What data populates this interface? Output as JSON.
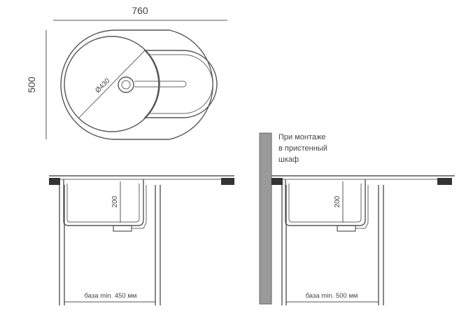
{
  "top_view": {
    "width_label": "760",
    "height_label": "500",
    "bowl_diameter_label": "Ø430"
  },
  "left_view": {
    "depth_label": "200",
    "base_label": "база min. 450 мм"
  },
  "right_view": {
    "depth_label": "200",
    "base_label": "база min. 500 мм",
    "note_lines": [
      "При монтаже",
      "в пристенный",
      "шкаф"
    ]
  },
  "colors": {
    "line": "#555555",
    "dark_fill": "#333333",
    "wall_fill": "#9a9a9a"
  }
}
